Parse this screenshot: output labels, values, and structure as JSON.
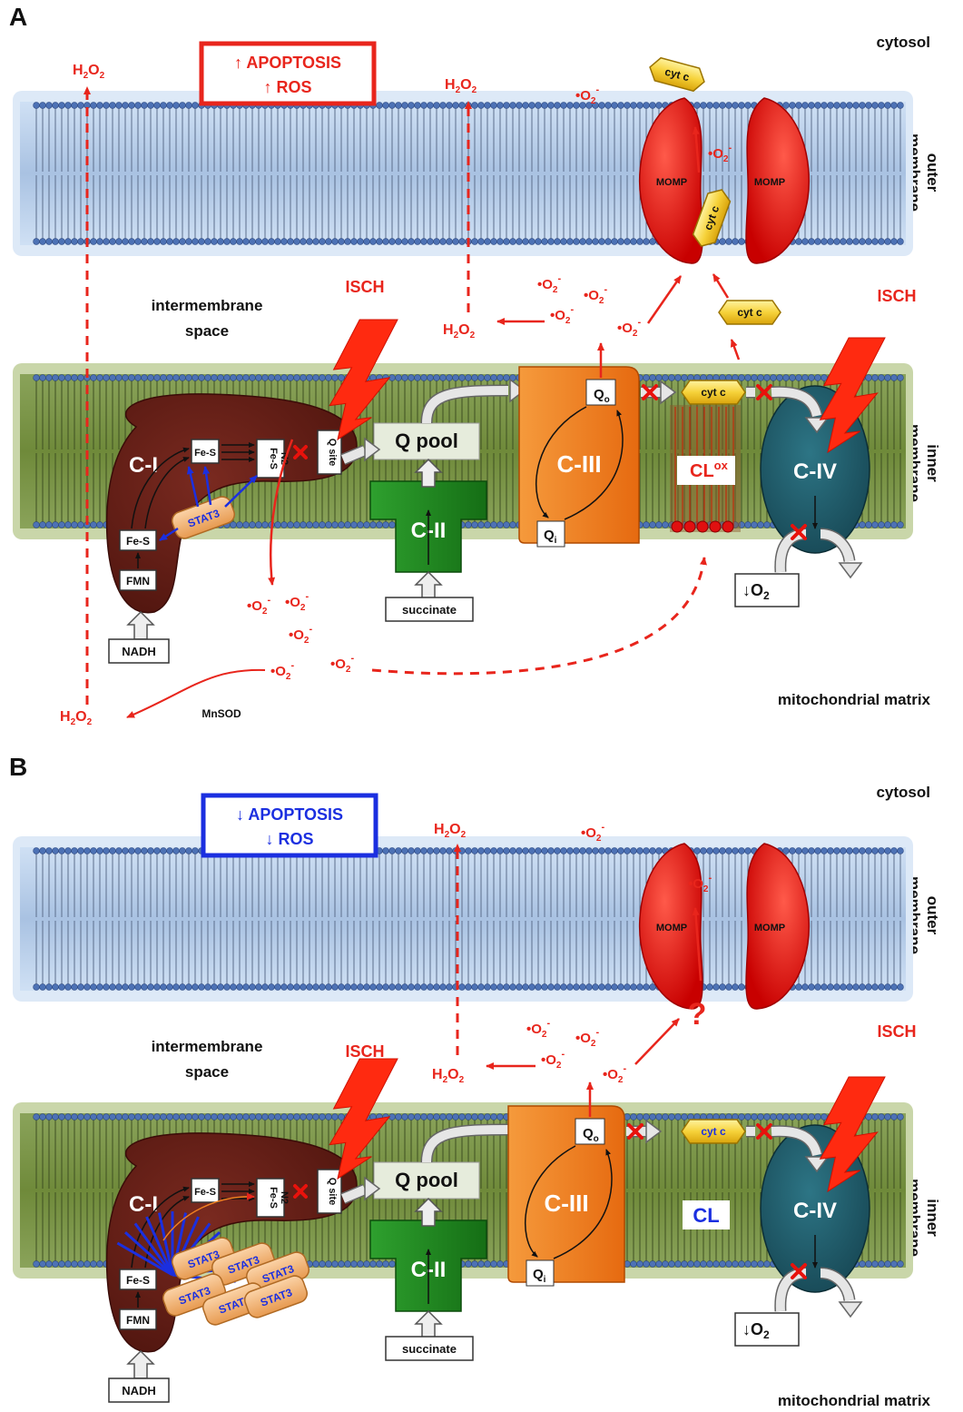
{
  "colors": {
    "red": "#e8251c",
    "blue": "#1b2fe0",
    "complex1": "#5a1a14",
    "complex2": "#1f8a1f",
    "complex3": "#f07818",
    "complex4": "#1f5a68",
    "outer_membrane": "#9bb4d8",
    "inner_membrane": "#6f8a3a",
    "lipid_head": "#4a6fb0",
    "cytc": "#f0c020",
    "stat3": "#f0a868",
    "momp": "#e01010"
  },
  "panelA": {
    "letter": "A",
    "cytosol": "cytosol",
    "outer_membrane": [
      "outer",
      "membrane"
    ],
    "inner_membrane": [
      "inner",
      "membrane"
    ],
    "intermembrane_space": [
      "intermembrane",
      "space"
    ],
    "matrix": "mitochondrial matrix",
    "status_lines": [
      "APOPTOSIS",
      "ROS"
    ],
    "status_arrow": "up",
    "isch": "ISCH",
    "momp": "MOMP",
    "cytc": "cyt c",
    "q_pool": "Q pool",
    "c1": "C-I",
    "c2": "C-II",
    "c3": "C-III",
    "c4": "C-IV",
    "cl_label": "CL",
    "cl_sup": "ox",
    "fe_s": "Fe-S",
    "fe_s_n2": [
      "Fe-S",
      "N2"
    ],
    "fmn": "FMN",
    "q_site": "Q site",
    "stat3": "STAT3",
    "stat3_count": 1,
    "nadh": "NADH",
    "succinate": "succinate",
    "qo": "Q",
    "qo_sub": "o",
    "qi": "Q",
    "qi_sub": "i",
    "o2": "O",
    "o2_sub": "2",
    "mnsod": "MnSOD",
    "h2o2": [
      "H",
      "2",
      "O",
      "2"
    ],
    "superoxide": [
      "•O",
      "2",
      "-"
    ]
  },
  "panelB": {
    "letter": "B",
    "cytosol": "cytosol",
    "outer_membrane": [
      "outer",
      "membrane"
    ],
    "inner_membrane": [
      "inner",
      "membrane"
    ],
    "intermembrane_space": [
      "intermembrane",
      "space"
    ],
    "matrix": "mitochondrial matrix",
    "status_lines": [
      "APOPTOSIS",
      "ROS"
    ],
    "status_arrow": "down",
    "isch": "ISCH",
    "momp": "MOMP",
    "cytc": "cyt c",
    "q_pool": "Q pool",
    "c1": "C-I",
    "c2": "C-II",
    "c3": "C-III",
    "c4": "C-IV",
    "cl_label": "CL",
    "fe_s": "Fe-S",
    "fe_s_n2": [
      "Fe-S",
      "N2"
    ],
    "fmn": "FMN",
    "q_site": "Q site",
    "stat3": "STAT3",
    "stat3_count": 6,
    "nadh": "NADH",
    "succinate": "succinate",
    "qo": "Q",
    "qo_sub": "o",
    "qi": "Q",
    "qi_sub": "i",
    "o2": "O",
    "o2_sub": "2",
    "question": "?",
    "h2o2": [
      "H",
      "2",
      "O",
      "2"
    ],
    "superoxide": [
      "•O",
      "2",
      "-"
    ]
  }
}
